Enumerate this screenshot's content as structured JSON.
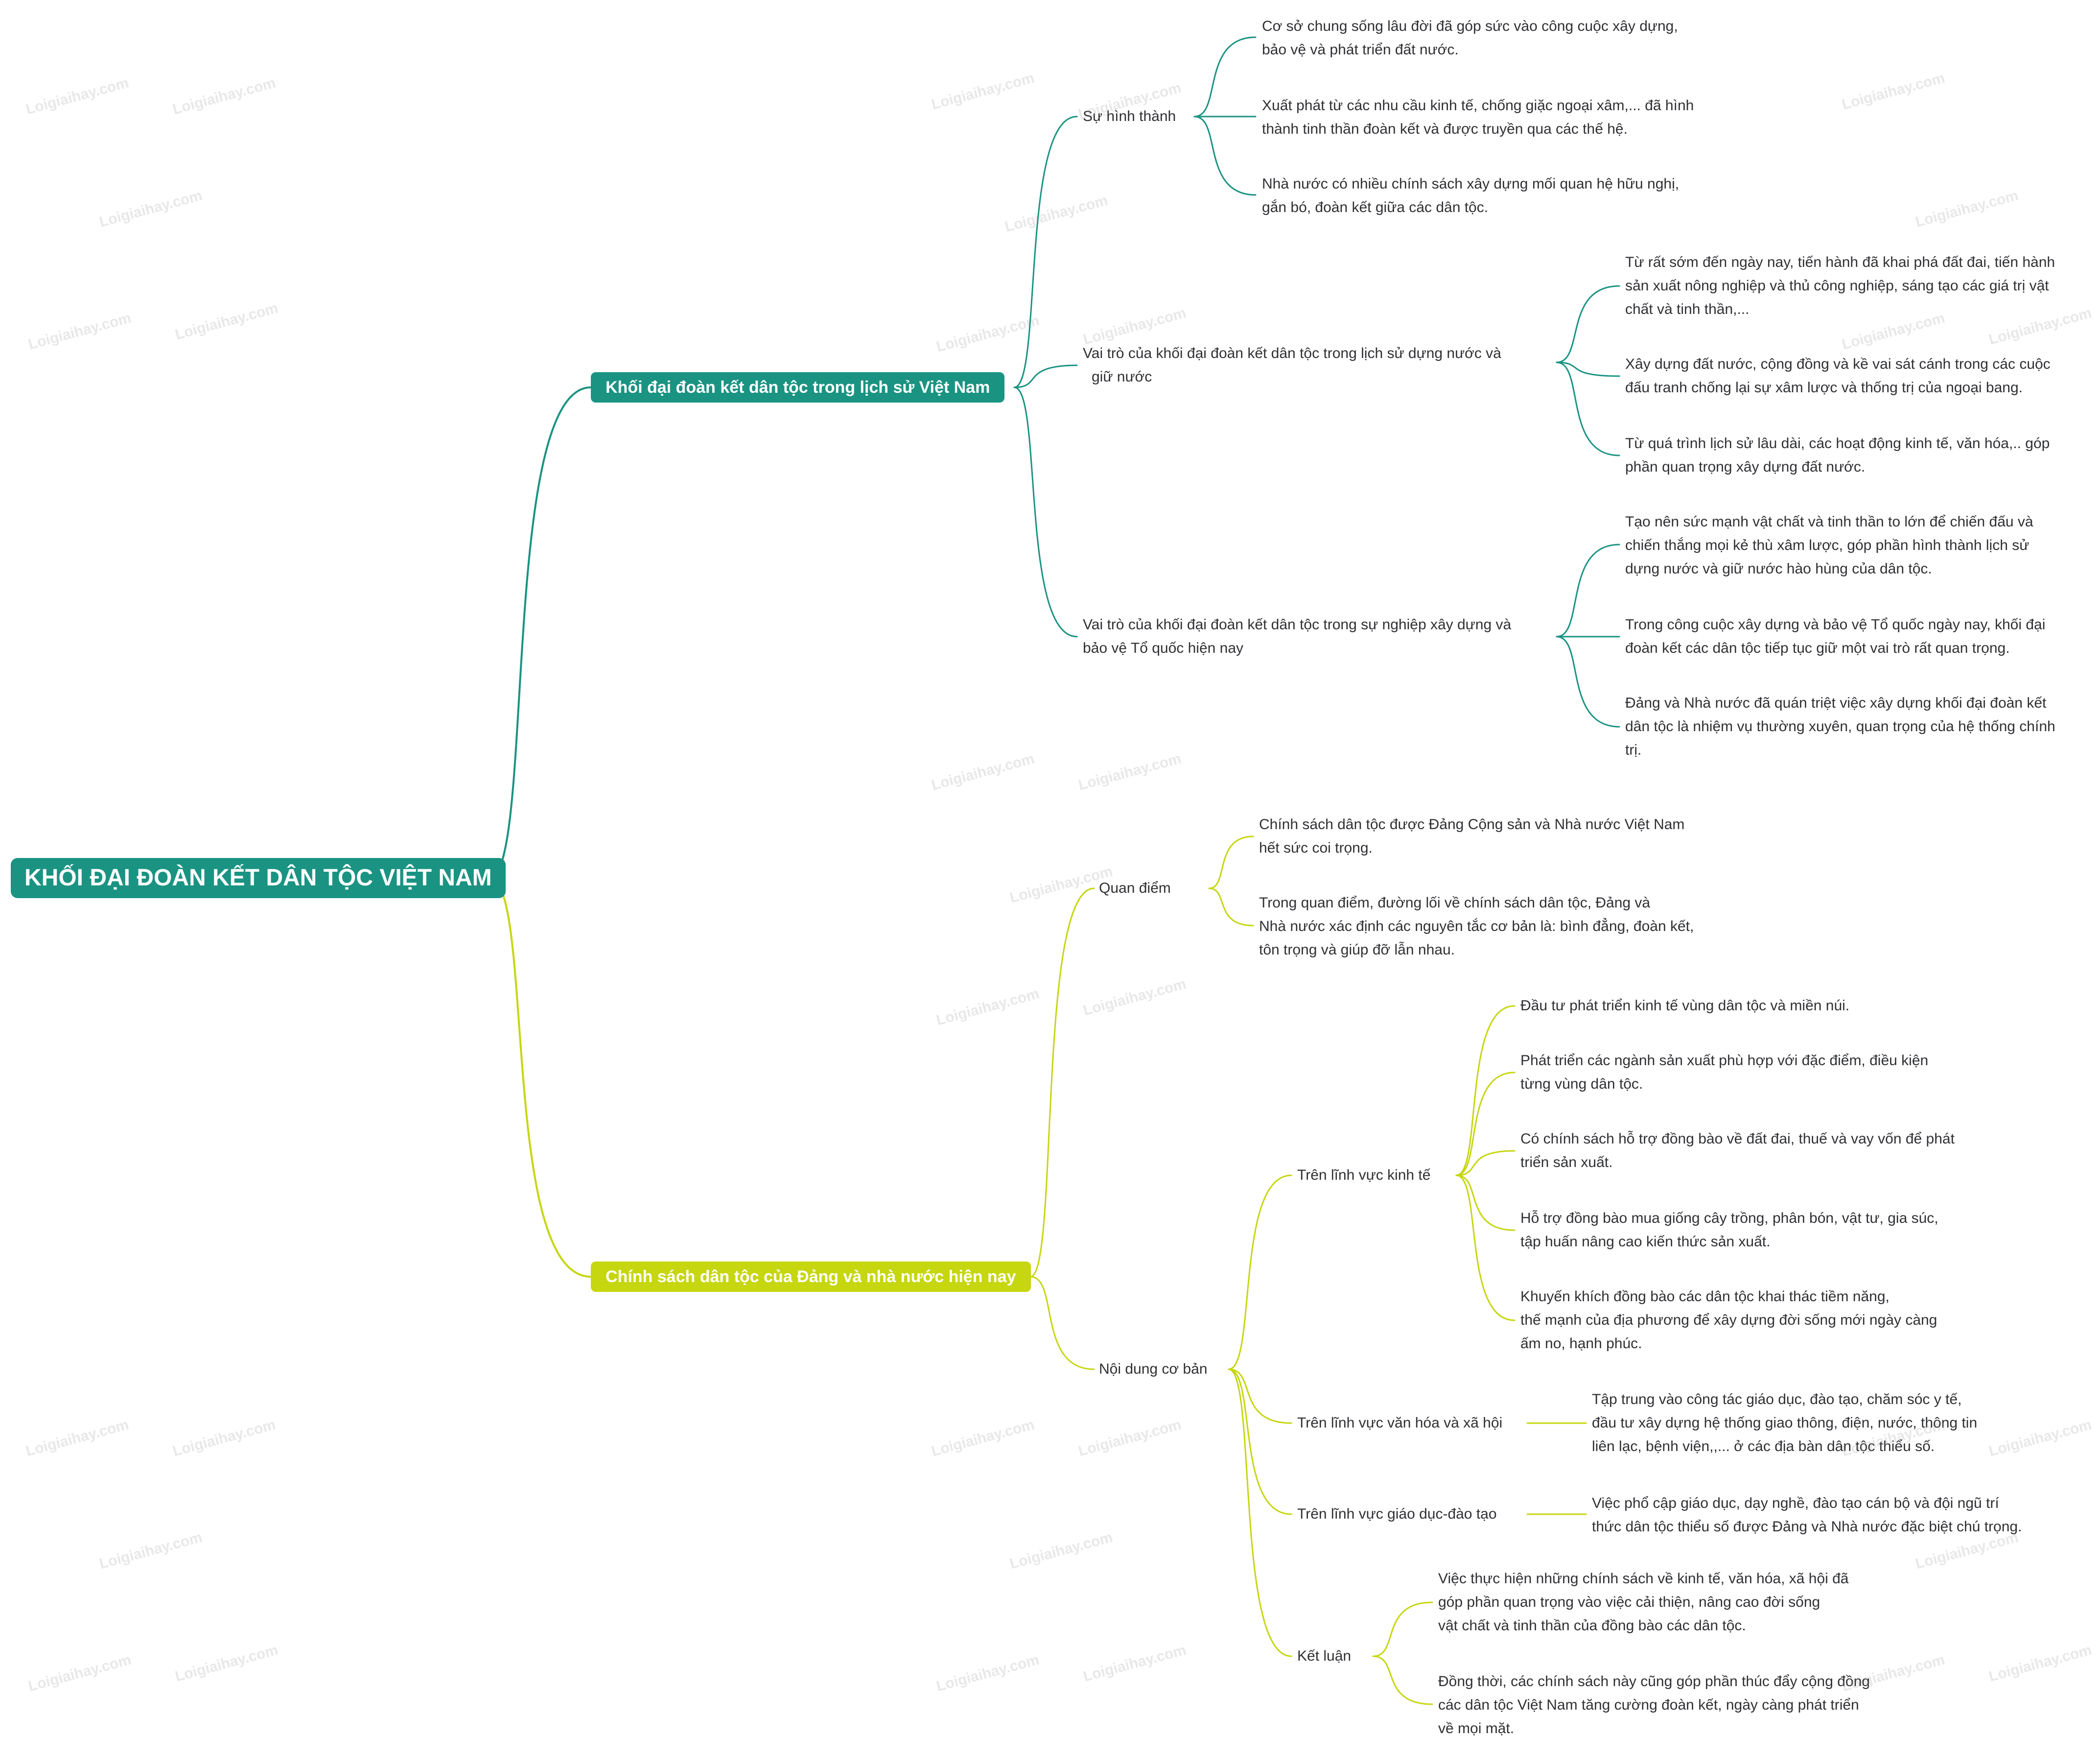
{
  "colors": {
    "teal": "#1a9382",
    "lime": "#c6d60f",
    "text": "#2f3033"
  },
  "root": {
    "label": "KHỐI ĐẠI ĐOÀN KẾT DÂN TỘC VIỆT NAM"
  },
  "branch_1": {
    "label": "Khối đại đoàn kết dân tộc trong lịch sử Việt Nam",
    "children": [
      {
        "label": "Sự hình thành",
        "leaves": [
          [
            "Cơ sở chung sống lâu đời đã góp sức vào công cuộc xây dựng,",
            "bảo vệ và phát triển đất nước."
          ],
          [
            "Xuất phát từ các nhu cầu kinh tế, chống giặc ngoại xâm,... đã hình",
            "thành tinh thần đoàn kết và được truyền qua các thế hệ."
          ],
          [
            "Nhà nước có nhiều chính sách xây dựng mối quan hệ hữu nghị,",
            "gắn bó, đoàn kết giữa các dân tộc."
          ]
        ]
      },
      {
        "label": [
          "Vai trò của khối đại đoàn kết dân tộc trong lịch sử dựng nước và",
          "giữ nước"
        ],
        "leaves": [
          [
            "Từ rất sớm đến ngày nay, tiến hành đã khai phá đất đai, tiến hành",
            "sản xuất nông nghiệp và thủ công nghiệp, sáng tạo các giá trị vật",
            "chất và tinh thần,..."
          ],
          [
            "Xây dựng đất nước, cộng đồng và kề vai sát cánh trong các cuộc",
            "đấu tranh chống lại sự xâm lược và thống trị của ngoại bang."
          ],
          [
            "Từ quá trình lịch sử lâu dài, các hoạt động kinh tế, văn hóa,.. góp",
            "phần quan trọng xây dựng đất nước."
          ]
        ]
      },
      {
        "label": [
          "Vai trò của khối đại đoàn kết dân tộc trong sự nghiệp xây dựng và",
          "bảo vệ Tổ quốc hiện nay"
        ],
        "leaves": [
          [
            "Tạo nên sức mạnh vật chất và tinh thần to lớn để chiến đấu và",
            "chiến thắng mọi kẻ thù xâm lược, góp phần hình thành lịch sử",
            "dựng nước và giữ nước hào hùng của dân tộc."
          ],
          [
            "Trong công cuộc xây dựng và bảo vệ Tổ quốc ngày nay, khối đại",
            " đoàn kết các dân tộc tiếp tục giữ một vai trò rất quan trọng."
          ],
          [
            "Đảng và Nhà nước đã quán triệt việc xây dựng khối đại đoàn kết",
            "dân tộc là nhiệm vụ thường xuyên, quan trọng của hệ thống chính",
            "trị."
          ]
        ]
      }
    ]
  },
  "branch_2": {
    "label": "Chính sách dân tộc của Đảng và nhà nước hiện nay",
    "quan_diem": {
      "label": "Quan điểm",
      "leaves": [
        [
          "Chính sách dân tộc được Đảng Cộng sản và Nhà nước Việt Nam",
          "hết sức coi trọng."
        ],
        [
          "Trong quan điểm, đường lối về chính sách dân tộc, Đảng và",
          "Nhà nước xác định các nguyên tắc cơ bản là: bình đẳng, đoàn kết,",
          "tôn trọng và giúp đỡ lẫn nhau."
        ]
      ]
    },
    "noi_dung": {
      "label": "Nội dung cơ bản",
      "kinh_te": {
        "label": "Trên lĩnh vực kinh tế",
        "leaves": [
          [
            "Đầu tư phát triển kinh tế vùng dân tộc và miền núi."
          ],
          [
            "Phát triển các ngành sản xuất phù hợp với đặc điểm, điều kiện",
            "từng vùng dân tộc."
          ],
          [
            "Có chính sách hỗ trợ đồng bào về đất đai, thuế và vay vốn để phát",
            "triển sản xuất."
          ],
          [
            "Hỗ trợ đồng bào mua giống cây trồng, phân bón, vật tư, gia súc,",
            "tập huấn nâng cao kiến thức sản xuất."
          ],
          [
            "Khuyến khích đồng bào các dân tộc khai thác tiềm năng,",
            "thế mạnh của địa phương để xây dựng đời sống mới ngày càng",
            "ấm no, hạnh phúc."
          ]
        ]
      },
      "van_hoa": {
        "label": "Trên lĩnh vực văn hóa và xã hội",
        "leaves": [
          [
            "Tập trung vào công tác giáo dục, đào tạo, chăm sóc y tế,",
            "đầu tư xây dựng hệ thống giao thông, điện, nước, thông tin",
            "liên lạc, bệnh viện,,... ở các địa bàn dân tộc thiểu số."
          ]
        ]
      },
      "giao_duc": {
        "label": "Trên lĩnh vực giáo dục-đào tạo",
        "leaves": [
          [
            "Việc phổ cập giáo dục, dạy nghề, đào tạo cán bộ và đội ngũ trí",
            " thức dân tộc thiểu số được Đảng và Nhà nước đặc biệt chú trọng."
          ]
        ]
      },
      "ket_luan": {
        "label": "Kết luận",
        "leaves": [
          [
            "Việc thực hiện những chính sách về kinh tế, văn hóa, xã hội đã",
            "góp phần quan trọng vào việc cải thiện, nâng cao đời sống",
            "vật chất và tinh thần của đồng bào các dân tộc."
          ],
          [
            "Đồng thời, các chính sách này cũng góp phần thúc đẩy cộng đồng",
            "các dân tộc Việt Nam tăng cường đoàn kết, ngày càng phát triển",
            "về mọi mặt."
          ]
        ]
      }
    }
  },
  "watermark": "Loigiaihay.com"
}
